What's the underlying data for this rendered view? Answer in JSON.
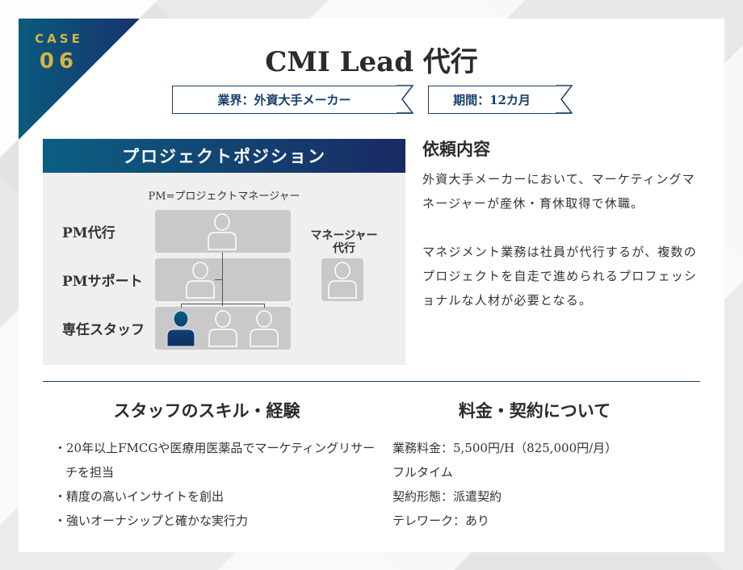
{
  "badge": {
    "label": "CASE",
    "number": "06"
  },
  "title": "CMI Lead 代行",
  "tags": {
    "industry": "業界：外資大手メーカー",
    "period": "期間：12カ月"
  },
  "position": {
    "header": "プロジェクトポジション",
    "note": "PM=プロジェクトマネージャー",
    "rows": [
      {
        "label": "PM代行"
      },
      {
        "label": "PMサポート"
      },
      {
        "label": "専任スタッフ"
      }
    ],
    "side_label_line1": "マネージャー",
    "side_label_line2": "代行",
    "colors": {
      "box": "#c9c9c9",
      "highlight": "#0e3f72",
      "highlight_head": "#0b5d80"
    }
  },
  "request": {
    "title": "依頼内容",
    "paragraph1": "外資大手メーカーにおいて、マーケティングマネージャーが産休・育休取得で休職。",
    "paragraph2": "マネジメント業務は社員が代行するが、複数のプロジェクトを自走で進められるプロフェッショナルな人材が必要となる。"
  },
  "skills": {
    "title": "スタッフのスキル・経験",
    "items": [
      "・20年以上FMCGや医療用医薬品でマーケティングリサーチを担当",
      "・精度の高いインサイトを創出",
      "・強いオーナシップと確かな実行力"
    ]
  },
  "fees": {
    "title": "料金・契約について",
    "items": [
      "業務料金：5,500円/H（825,000円/月）",
      "フルタイム",
      "契約形態：派遣契約",
      "テレワーク：あり"
    ]
  },
  "colors": {
    "accent_navy": "#14406a",
    "gold": "#d7b43f",
    "teal": "#0b5a7f"
  }
}
